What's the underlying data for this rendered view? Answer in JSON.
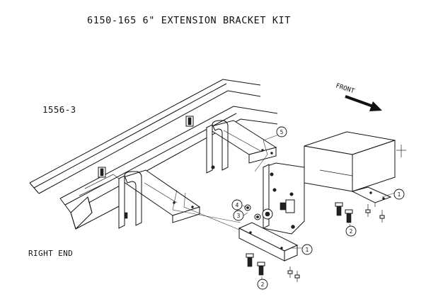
{
  "title": "6150-165   6\" EXTENSION BRACKET KIT",
  "part_code": "1556-3",
  "side_label": "RIGHT END",
  "direction_label": "FRONT",
  "callouts": [
    {
      "id": "callout-1-receiver",
      "number": "1"
    },
    {
      "id": "callout-1-bracket",
      "number": "1"
    },
    {
      "id": "callout-2-receiver",
      "number": "2"
    },
    {
      "id": "callout-2-bracket",
      "number": "2"
    },
    {
      "id": "callout-3",
      "number": "3"
    },
    {
      "id": "callout-4",
      "number": "4"
    },
    {
      "id": "callout-5",
      "number": "5"
    }
  ]
}
